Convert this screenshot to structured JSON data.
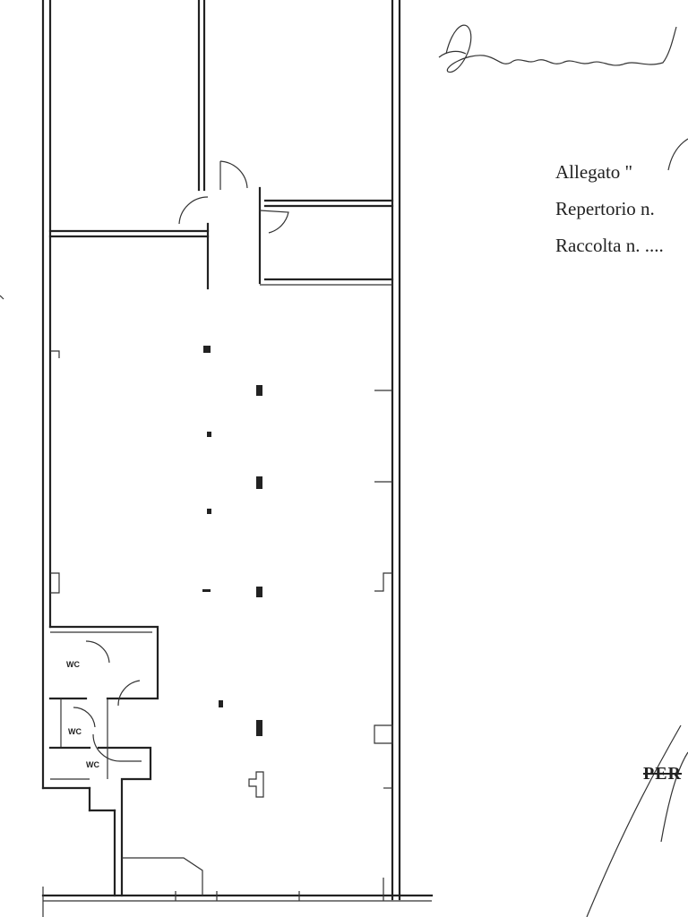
{
  "annotations": {
    "allegato_label": "Allegato \"",
    "repertorio_label": "Repertorio n.",
    "raccolta_label": "Raccolta n. ....",
    "stamp_text": "PER"
  },
  "rooms": [
    {
      "label": "WC"
    },
    {
      "label": "WC"
    },
    {
      "label": "WC"
    }
  ],
  "colors": {
    "ink": "#222222",
    "paper": "#ffffff"
  }
}
